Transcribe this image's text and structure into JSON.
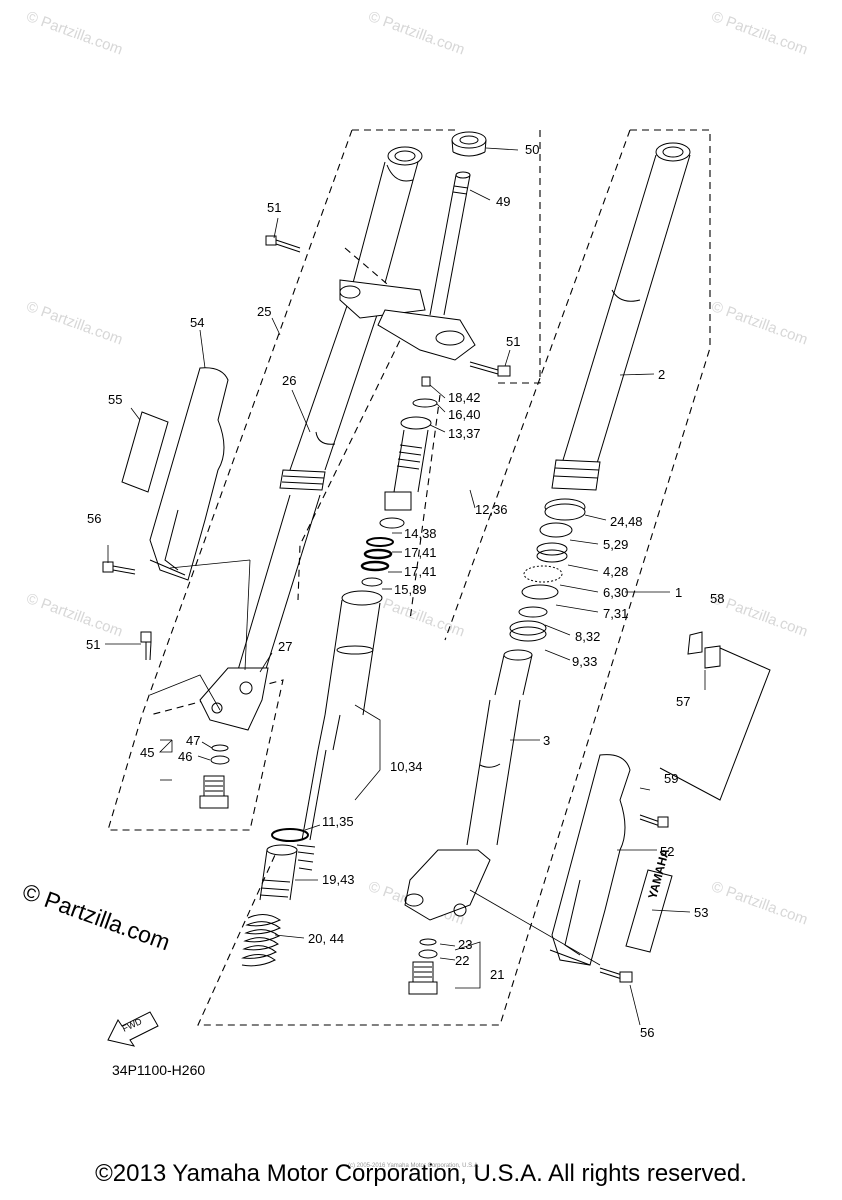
{
  "watermark": "© Partzilla.com",
  "brand_watermark": "© Partzilla.com",
  "diagram_code": "34P1100-H260",
  "copyright": "©2013 Yamaha Motor Corporation, U.S.A. All rights reserved.",
  "small_copyright": "(c) 2005-2016 Yamaha Motor Corporation, U.S.A.",
  "fwd_label": "FWD",
  "yamaha_logo": "YAMAHA",
  "callouts": {
    "c50": "50",
    "c49": "49",
    "c51a": "51",
    "c51b": "51",
    "c51c": "51",
    "c54": "54",
    "c25": "25",
    "c2": "2",
    "c55": "55",
    "c26": "26",
    "c18_42": "18,42",
    "c16_40": "16,40",
    "c13_37": "13,37",
    "c12_36": "12,36",
    "c24_48": "24,48",
    "c5_29": "5,29",
    "c56a": "56",
    "c14_38": "14,38",
    "c17_41a": "17,41",
    "c17_41b": "17,41",
    "c4_28": "4,28",
    "c15_39": "15,39",
    "c6_30": "6,30",
    "c1": "1",
    "c58": "58",
    "c7_31": "7,31",
    "c8_32": "8,32",
    "c27": "27",
    "c9_33": "9,33",
    "c57": "57",
    "c3": "3",
    "c47": "47",
    "c45": "45",
    "c46": "46",
    "c10_34": "10,34",
    "c59": "59",
    "c11_35": "11,35",
    "c52": "52",
    "c19_43": "19,43",
    "c53": "53",
    "c20_44": "20, 44",
    "c23": "23",
    "c22": "22",
    "c21": "21",
    "c56b": "56"
  }
}
